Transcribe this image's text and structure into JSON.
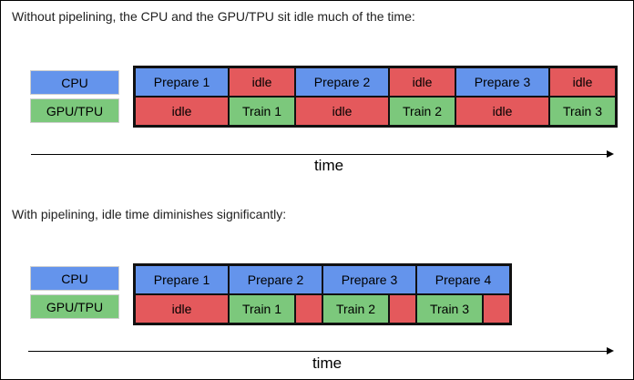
{
  "colors": {
    "blue": "#6494EC",
    "green": "#7CC87C",
    "red": "#E4595C"
  },
  "section1": {
    "title": "Without pipelining, the CPU and the GPU/TPU sit idle much of the time:",
    "cpu_label": "CPU",
    "gpu_label": "GPU/TPU",
    "time_label": "time",
    "table": {
      "cpu_row": [
        {
          "label": "Prepare 1",
          "color": "blue",
          "w": 103
        },
        {
          "label": "idle",
          "color": "red",
          "w": 73
        },
        {
          "label": "Prepare 2",
          "color": "blue",
          "w": 103
        },
        {
          "label": "idle",
          "color": "red",
          "w": 73
        },
        {
          "label": "Prepare 3",
          "color": "blue",
          "w": 103
        },
        {
          "label": "idle",
          "color": "red",
          "w": 73
        }
      ],
      "gpu_row": [
        {
          "label": "idle",
          "color": "red",
          "w": 103
        },
        {
          "label": "Train 1",
          "color": "green",
          "w": 73
        },
        {
          "label": "idle",
          "color": "red",
          "w": 103
        },
        {
          "label": "Train 2",
          "color": "green",
          "w": 73
        },
        {
          "label": "idle",
          "color": "red",
          "w": 103
        },
        {
          "label": "Train 3",
          "color": "green",
          "w": 73
        }
      ]
    }
  },
  "section2": {
    "title": "With pipelining, idle time diminishes significantly:",
    "cpu_label": "CPU",
    "gpu_label": "GPU/TPU",
    "time_label": "time",
    "table": {
      "cpu_row": [
        {
          "label": "Prepare 1",
          "color": "blue",
          "w": 103
        },
        {
          "label": "Prepare 2",
          "color": "blue",
          "w": 103
        },
        {
          "label": "Prepare 3",
          "color": "blue",
          "w": 103
        },
        {
          "label": "Prepare 4",
          "color": "blue",
          "w": 103
        }
      ],
      "gpu_row": [
        {
          "label": "idle",
          "color": "red",
          "w": 103
        },
        {
          "label": "Train 1",
          "color": "green",
          "w": 73
        },
        {
          "label": "",
          "color": "red",
          "w": 30
        },
        {
          "label": "Train 2",
          "color": "green",
          "w": 73
        },
        {
          "label": "",
          "color": "red",
          "w": 30
        },
        {
          "label": "Train 3",
          "color": "green",
          "w": 73
        },
        {
          "label": "",
          "color": "red",
          "w": 30
        }
      ]
    }
  }
}
